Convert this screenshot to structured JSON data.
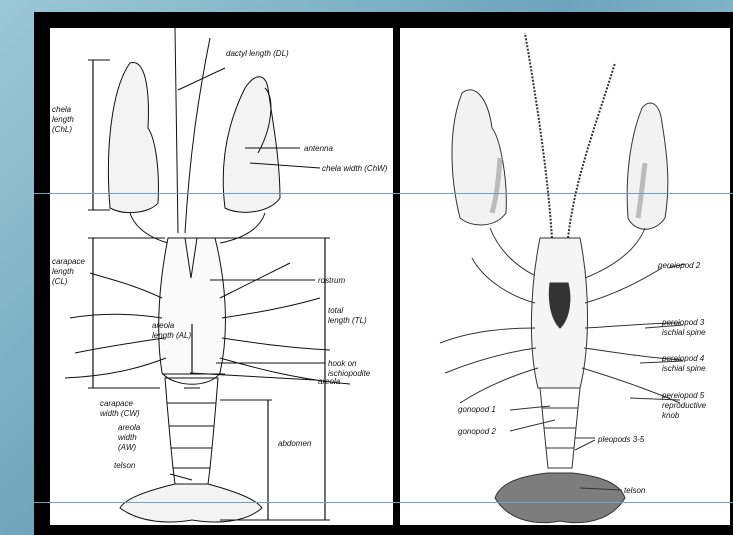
{
  "left_diagram": {
    "labels": {
      "dactyl_length": "dactyl length (DL)",
      "chela_length_1": "chela",
      "chela_length_2": "length",
      "chela_length_3": "(ChL)",
      "antenna": "antenna",
      "chela_width": "chela width (ChW)",
      "carapace_length_1": "carapace",
      "carapace_length_2": "length",
      "carapace_length_3": "(CL)",
      "rostrum": "rostrum",
      "total_length_1": "total",
      "total_length_2": "length (TL)",
      "areola_length_1": "areola",
      "areola_length_2": "length (AL)",
      "hook_1": "hook on",
      "hook_2": "ischiopodite",
      "areola": "areola",
      "carapace_width_1": "carapace",
      "carapace_width_2": "width (CW)",
      "areola_width_1": "areola",
      "areola_width_2": "width",
      "areola_width_3": "(AW)",
      "abdomen": "abdomen",
      "telson": "telson"
    }
  },
  "right_diagram": {
    "labels": {
      "pereiopod2": "pereiopod 2",
      "pereiopod3_1": "pereiopod 3",
      "pereiopod3_2": "ischial spine",
      "pereiopod4_1": "pereiopod 4",
      "pereiopod4_2": "ischial spine",
      "pereiopod5_1": "pereiopod 5",
      "pereiopod5_2": "reproductive",
      "pereiopod5_3": "knob",
      "gonopod1": "gonopod 1",
      "gonopod2": "gonopod 2",
      "pleopods": "pleopods 3-5",
      "telson": "telson"
    }
  },
  "colors": {
    "background": "#7fb2c6",
    "frame": "#000000",
    "panel": "#ffffff",
    "guide_line": "#6f9fc4"
  }
}
